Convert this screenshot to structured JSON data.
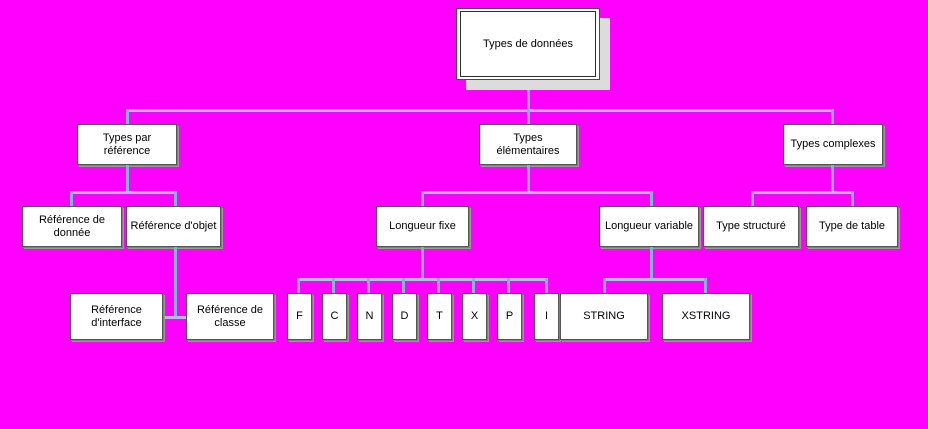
{
  "diagram": {
    "title": "Types de données",
    "language": "fr",
    "background_color": "#FF00FF",
    "box_fill_color": "#FFFFFF",
    "box_border_color": "#555555",
    "connector_color": "#7FB4D4",
    "connector_bar_color": "#AEBEE0"
  },
  "nodes": {
    "root": {
      "label": "Types de données"
    },
    "level2": [
      {
        "id": "types-par-reference",
        "label": "Types par\nréférence"
      },
      {
        "id": "types-elementaires",
        "label": "Types\nélémentaires"
      },
      {
        "id": "types-complexes",
        "label": "Types complexes"
      }
    ],
    "level3": [
      {
        "id": "reference-de-donnee",
        "label": "Référence de\ndonnée"
      },
      {
        "id": "reference-d-objet",
        "label": "Référence d'objet"
      },
      {
        "id": "longueur-fixe",
        "label": "Longueur fixe"
      },
      {
        "id": "longueur-variable",
        "label": "Longueur variable"
      },
      {
        "id": "type-structure",
        "label": "Type structuré"
      },
      {
        "id": "type-de-table",
        "label": "Type de table"
      }
    ],
    "level4": [
      {
        "id": "reference-d-interface",
        "label": "Référence\nd'interface"
      },
      {
        "id": "reference-de-classe",
        "label": "Référence de\nclasse"
      }
    ],
    "fixed_length_types": [
      {
        "id": "type-f",
        "label": "F"
      },
      {
        "id": "type-c",
        "label": "C"
      },
      {
        "id": "type-n",
        "label": "N"
      },
      {
        "id": "type-d",
        "label": "D"
      },
      {
        "id": "type-t",
        "label": "T"
      },
      {
        "id": "type-x",
        "label": "X"
      },
      {
        "id": "type-p",
        "label": "P"
      },
      {
        "id": "type-i",
        "label": "I"
      }
    ],
    "variable_length_types": [
      {
        "id": "type-string",
        "label": "STRING"
      },
      {
        "id": "type-xstring",
        "label": "XSTRING"
      }
    ]
  }
}
